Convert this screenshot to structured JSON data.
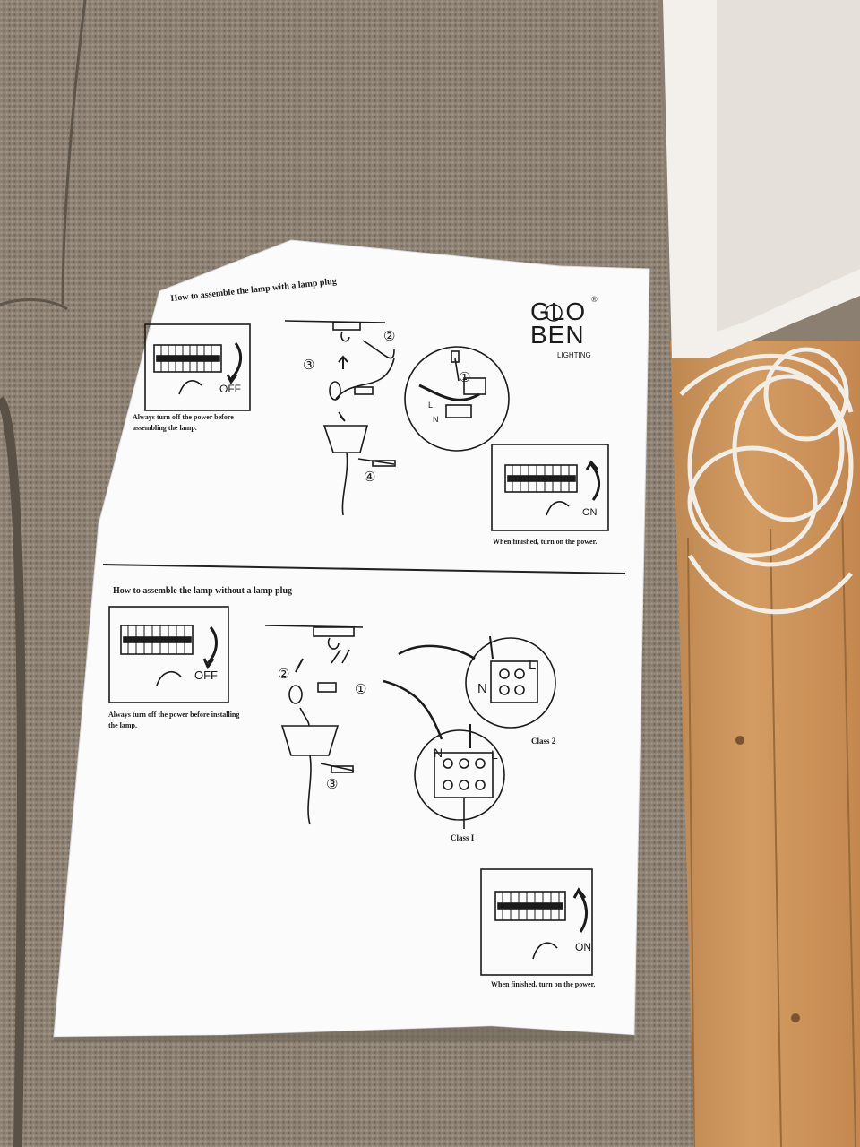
{
  "brand": {
    "logo_lines": [
      "GLO",
      "BEN"
    ],
    "logo_mark": "®",
    "sub": "LIGHTING"
  },
  "section_plug": {
    "title": "How to assemble the lamp with a lamp plug",
    "caption_off": "Always turn off the power before assembling the lamp.",
    "off_label": "OFF",
    "on_label": "ON",
    "caption_on": "When finished, turn on the power.",
    "steps": [
      "①",
      "②",
      "③",
      "④"
    ],
    "wire_labels": [
      "L",
      "N"
    ]
  },
  "section_noplug": {
    "title": "How to assemble the lamp without a lamp plug",
    "caption_off": "Always turn off the power before installing the lamp.",
    "off_label": "OFF",
    "on_label": "ON",
    "caption_on": "When finished, turn on the power.",
    "steps": [
      "①",
      "②",
      "③"
    ],
    "class2_label": "Class 2",
    "class1_label": "Class I",
    "terminal_labels": [
      "N",
      "L"
    ]
  },
  "colors": {
    "sofa": "#8a7f70",
    "floor": "#c98f57",
    "wall": "#f2efea",
    "paper": "#fbfbfc",
    "ink": "#1b1b1b"
  }
}
